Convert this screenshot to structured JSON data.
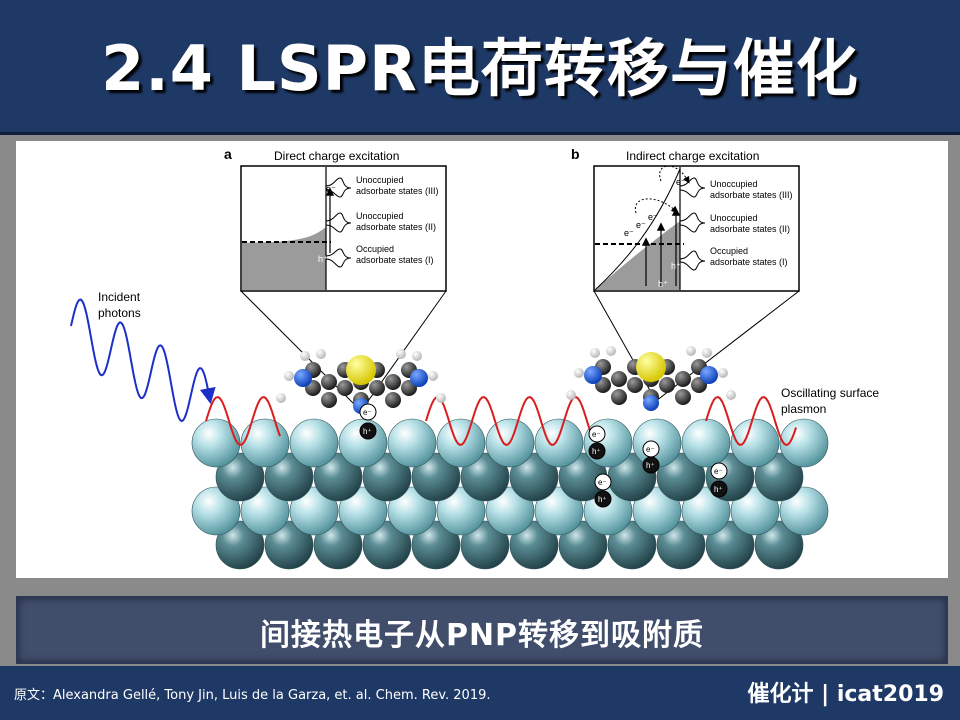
{
  "slide_title": "2.4 LSPR电荷转移与催化",
  "figure": {
    "panel_a_letter": "a",
    "panel_a_title": "Direct charge excitation",
    "panel_b_letter": "b",
    "panel_b_title": "Indirect charge excitation",
    "state_unoccupied_iii_l1": "Unoccupied",
    "state_unoccupied_iii_l2": "adsorbate states (III)",
    "state_unoccupied_ii_l1": "Unoccupied",
    "state_unoccupied_ii_l2": "adsorbate states (II)",
    "state_occupied_l1": "Occupied",
    "state_occupied_l2": "adsorbate states (I)",
    "electron": "e⁻",
    "hole": "h⁺",
    "incident_l1": "Incident",
    "incident_l2": "photons",
    "oscillating_l1": "Oscillating surface",
    "oscillating_l2": "plasmon"
  },
  "caption": "间接热电子从PNP转移到吸附质",
  "source_text": "原文：Alexandra Gellé, Tony Jin, Luis de la Garza, et. al.  Chem. Rev. 2019.",
  "brand": "催化计 | icat2019",
  "colors": {
    "header_bg": "#1f3966",
    "sphere_light": "#a8d6de",
    "sphere_dark": "#3d6a72",
    "wave_red": "#d81e1e",
    "photon_blue": "#1c2fc8"
  }
}
